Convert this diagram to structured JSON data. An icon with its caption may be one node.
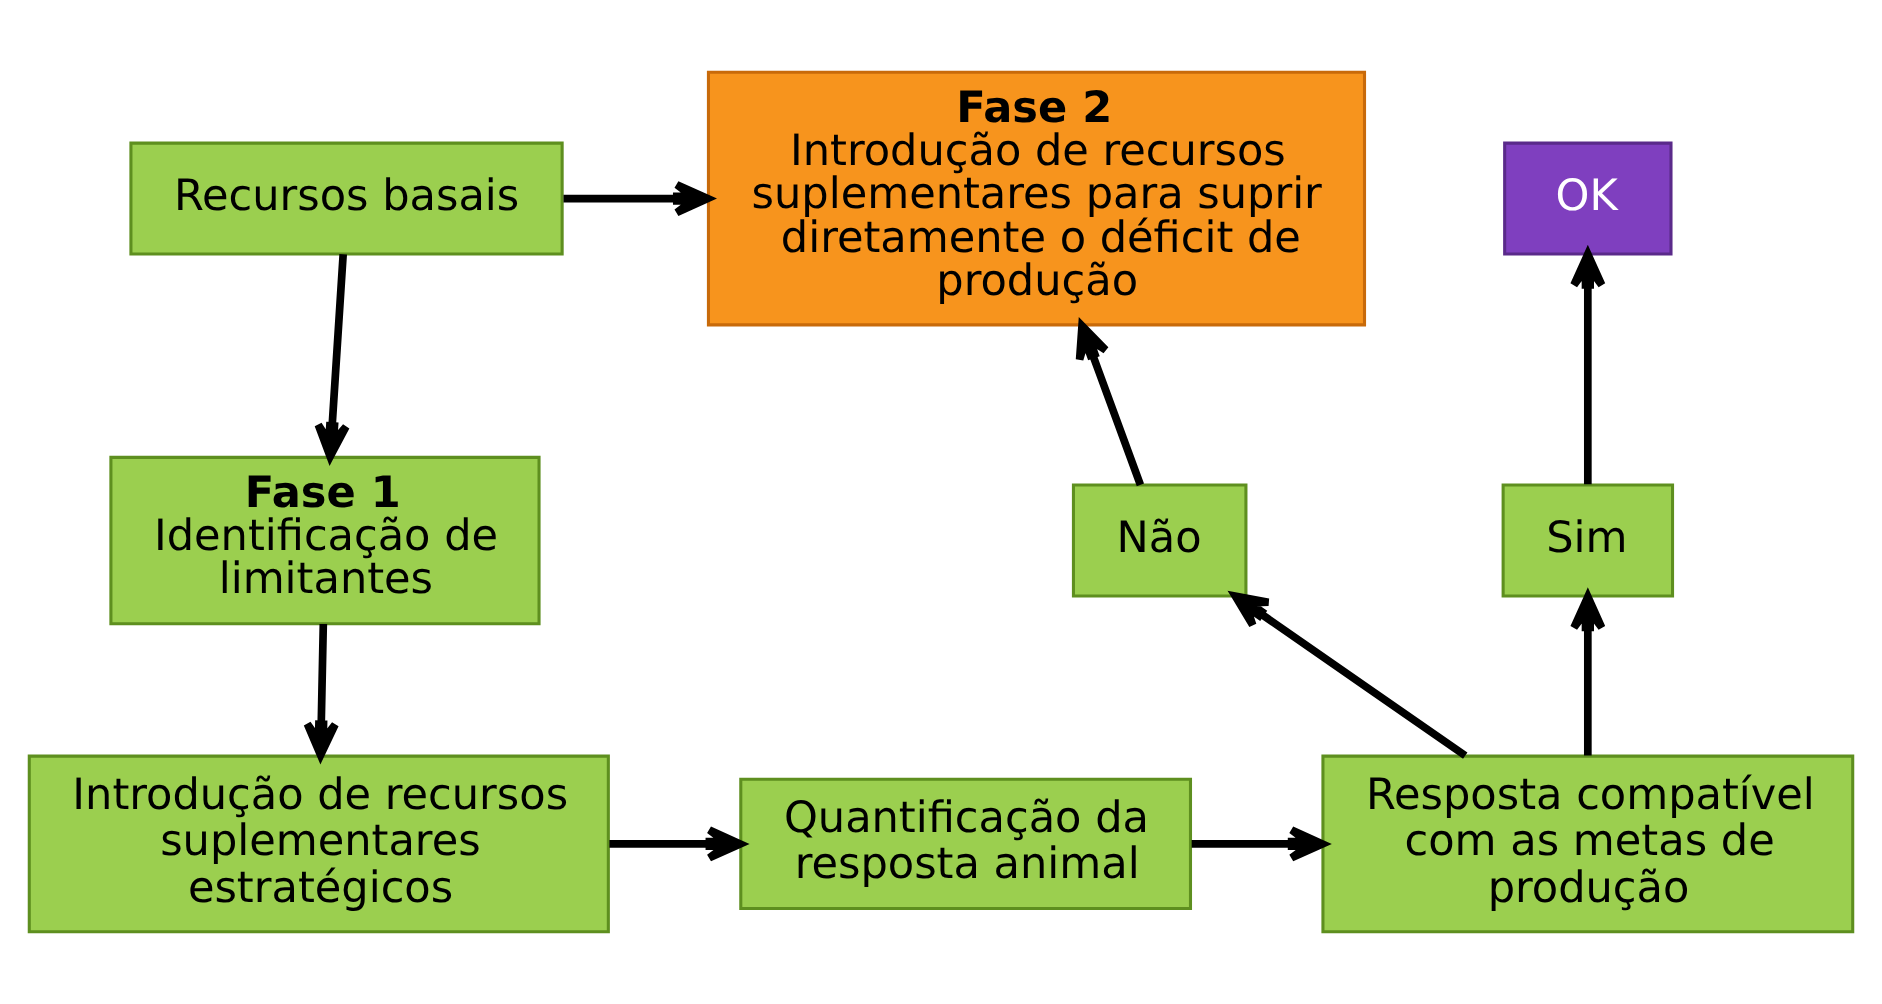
{
  "diagram": {
    "nodes": [
      {
        "text": [
          "Recursos basais"
        ]
      },
      {
        "text": [
          "Fase 2",
          "Introdução de recursos suplementares para suprir diretamente o déficit de produção"
        ]
      },
      {
        "text": [
          "OK"
        ]
      },
      {
        "text": [
          "Fase 1",
          "Identificação de limitantes"
        ]
      },
      {
        "text": [
          "Não"
        ]
      },
      {
        "text": [
          "Sim"
        ]
      },
      {
        "text": [
          "Introdução de recursos suplementares estratégicos"
        ]
      },
      {
        "text": [
          "Quantificação da resposta animal"
        ]
      },
      {
        "text": [
          "Resposta compatível com as metas de produção"
        ]
      }
    ],
    "edges": [
      {
        "from": 0,
        "to": 1,
        "arrow": "to"
      },
      {
        "from": 0,
        "to": 3,
        "arrow": "to"
      },
      {
        "from": 3,
        "to": 6,
        "arrow": "to"
      },
      {
        "from": 6,
        "to": 7,
        "arrow": "to"
      },
      {
        "from": 7,
        "to": 8,
        "arrow": "to"
      },
      {
        "from": 8,
        "to": 4,
        "arrow": "to"
      },
      {
        "from": 8,
        "to": 5,
        "arrow": "to"
      },
      {
        "from": 4,
        "to": 1,
        "arrow": "to"
      },
      {
        "from": 5,
        "to": 2,
        "arrow": "to"
      }
    ]
  }
}
